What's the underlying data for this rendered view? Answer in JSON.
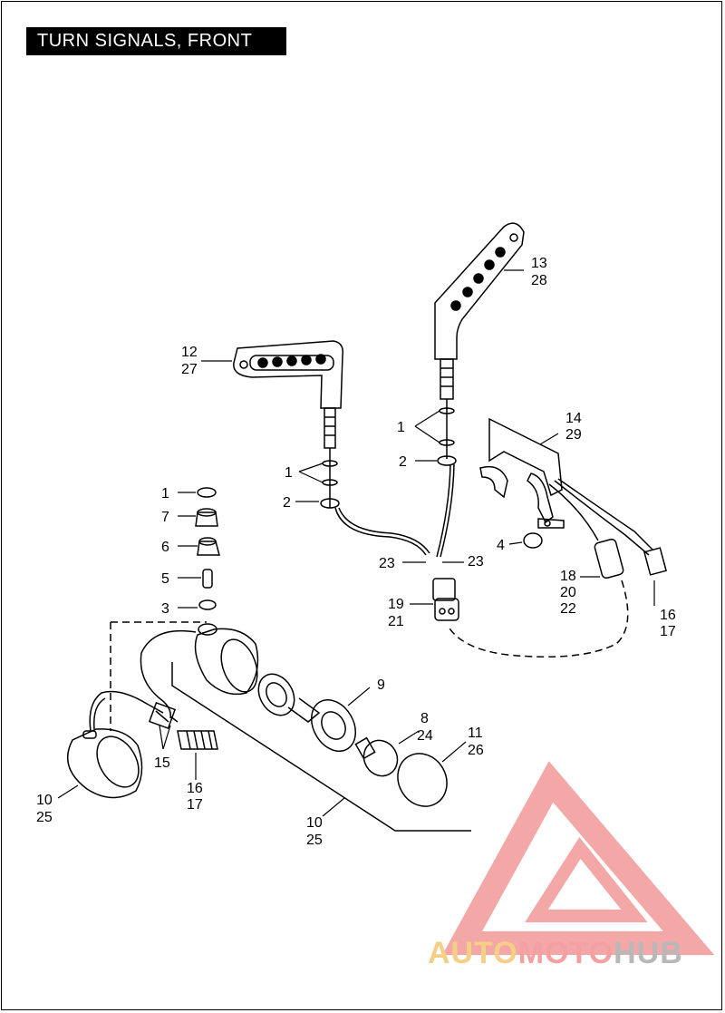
{
  "title": "TURN SIGNALS, FRONT",
  "labels": {
    "l_1_a": "1",
    "l_7": "7",
    "l_6": "6",
    "l_5": "5",
    "l_3": "3",
    "l_12": "12",
    "l_27": "27",
    "l_13": "13",
    "l_28": "28",
    "l_1_b": "1",
    "l_2_b": "2",
    "l_1_c": "1",
    "l_2_c": "2",
    "l_14": "14",
    "l_29": "29",
    "l_4": "4",
    "l_23_a": "23",
    "l_23_b": "23",
    "l_19": "19",
    "l_21": "21",
    "l_18": "18",
    "l_20": "20",
    "l_22": "22",
    "l_16_a": "16",
    "l_17_a": "17",
    "l_9": "9",
    "l_8": "8",
    "l_24": "24",
    "l_11": "11",
    "l_26": "26",
    "l_15": "15",
    "l_16_b": "16",
    "l_17_b": "17",
    "l_10_a": "10",
    "l_25_a": "25",
    "l_10_b": "10",
    "l_25_b": "25"
  },
  "watermark": {
    "auto": "AUTO",
    "moto": "MOTO",
    "hub": "HUB"
  },
  "colors": {
    "ink": "#000000",
    "watermark_red": "#f08a8a",
    "watermark_gold": "#f6cf86",
    "watermark_gray": "#b8b8b8"
  }
}
